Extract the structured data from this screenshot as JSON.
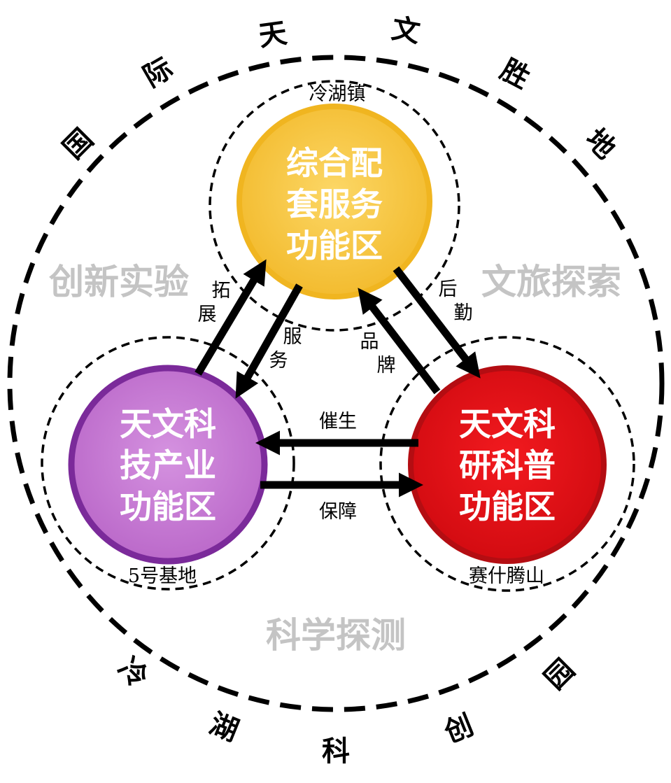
{
  "outer_ring": {
    "top_title_chars": [
      "国",
      "际",
      "天",
      "文",
      "胜",
      "地"
    ],
    "bottom_title_chars": [
      "冷",
      "湖",
      "科",
      "创",
      "园"
    ]
  },
  "themes": {
    "left": "创新实验",
    "right": "文旅探索",
    "bottom": "科学探测"
  },
  "zones": {
    "top": {
      "lines": [
        "综合配",
        "套服务",
        "功能区"
      ],
      "location": "冷湖镇",
      "color": "#f7c841"
    },
    "left": {
      "lines": [
        "天文科",
        "技产业",
        "功能区"
      ],
      "location": "5号基地",
      "color": "#c97fd6"
    },
    "right": {
      "lines": [
        "天文科",
        "研科普",
        "功能区"
      ],
      "location": "赛什腾山",
      "color": "#e8141a"
    }
  },
  "flows": {
    "expand": [
      "拓",
      "展"
    ],
    "serve": [
      "服",
      "务"
    ],
    "brand": [
      "品",
      "牌"
    ],
    "logistics": [
      "后",
      "勤"
    ],
    "catalyze": "催生",
    "guarantee": "保障"
  }
}
